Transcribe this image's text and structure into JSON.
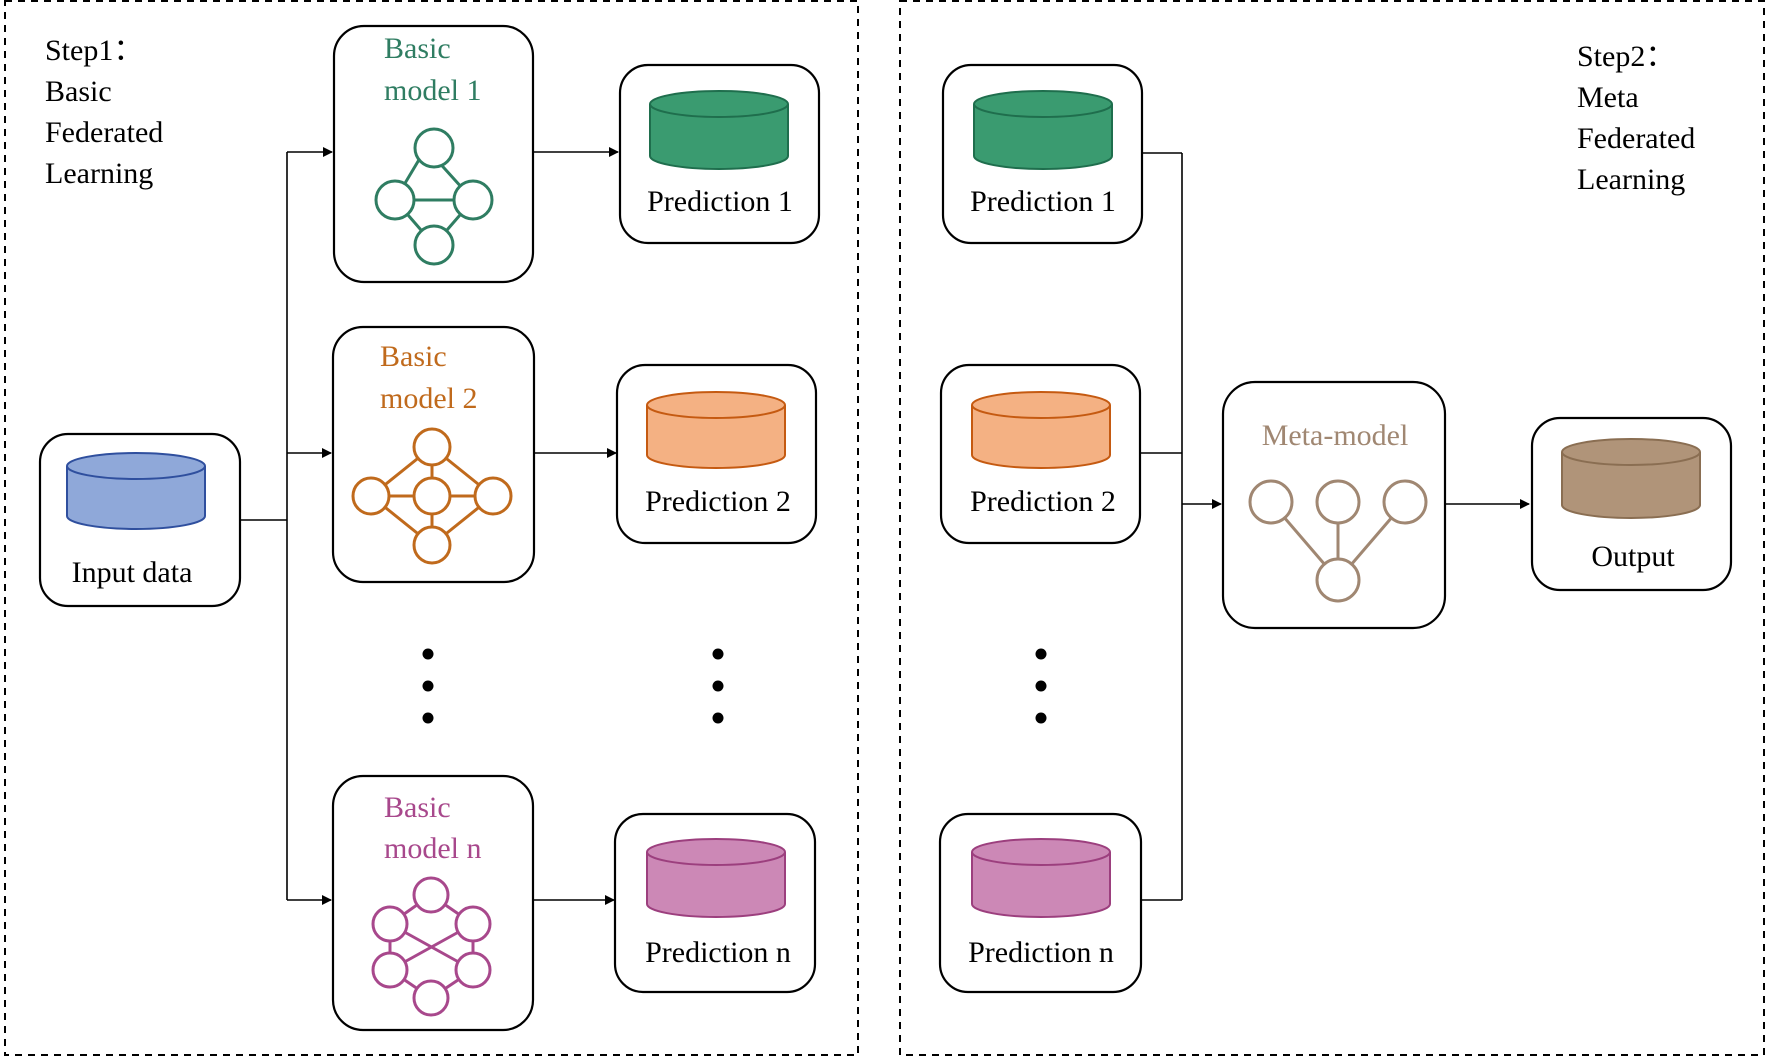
{
  "colors": {
    "input": "#8fa8d9",
    "input_stroke": "#2f4f9e",
    "green": "#3a9b70",
    "green_stroke": "#1f6e4d",
    "model1": "#2f7d62",
    "orange": "#f4b183",
    "orange_stroke": "#c55a11",
    "model2": "#c06a1c",
    "pink": "#cc88b6",
    "pink_stroke": "#9c3f7e",
    "modeln": "#a8488c",
    "brown": "#b09479",
    "brown_stroke": "#8a6e52",
    "meta": "#a08772"
  },
  "step1": {
    "line1": "Step1：",
    "line2": "Basic",
    "line3": "Federated",
    "line4": "Learning"
  },
  "step2": {
    "line1": "Step2：",
    "line2": "Meta",
    "line3": "Federated",
    "line4": "Learning"
  },
  "input": {
    "label": "Input data",
    "icon": "database-icon"
  },
  "models": [
    {
      "line1": "Basic",
      "line2": "model 1",
      "icon": "neural-network-diamond-icon"
    },
    {
      "line1": "Basic",
      "line2": "model 2",
      "icon": "neural-network-icon"
    },
    {
      "line1": "Basic",
      "line2": "model n",
      "icon": "neural-network-crossed-icon"
    }
  ],
  "predictions_step1": [
    {
      "label": "Prediction 1",
      "icon": "database-icon"
    },
    {
      "label": "Prediction 2",
      "icon": "database-icon"
    },
    {
      "label": "Prediction n",
      "icon": "database-icon"
    }
  ],
  "predictions_step2": [
    {
      "label": "Prediction 1",
      "icon": "database-icon"
    },
    {
      "label": "Prediction 2",
      "icon": "database-icon"
    },
    {
      "label": "Prediction n",
      "icon": "database-icon"
    }
  ],
  "meta_model": {
    "label": "Meta-model",
    "icon": "neural-network-funnel-icon"
  },
  "output": {
    "label": "Output",
    "icon": "database-icon"
  }
}
